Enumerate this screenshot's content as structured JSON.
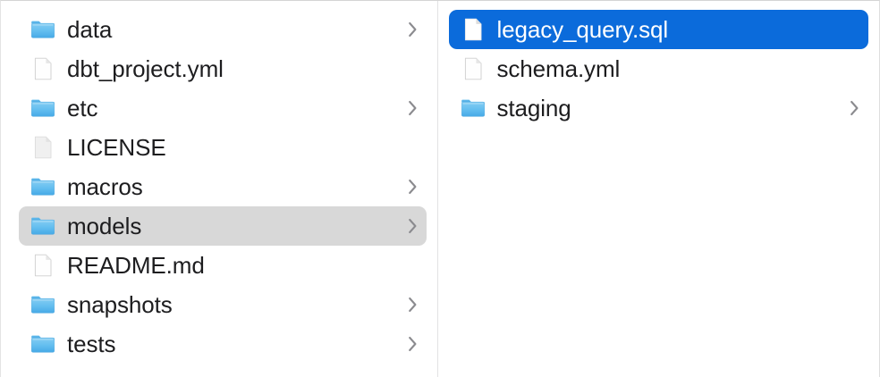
{
  "window": {
    "view_mode": "column-view",
    "accent_color": "#0b6bdb",
    "inactive_selection_color": "#d8d8d8",
    "background_color": "#ffffff",
    "divider_color": "#e2e2e3"
  },
  "columns": [
    {
      "name": "column-1",
      "items": [
        {
          "label": "data",
          "kind": "folder",
          "icon": "folder-icon",
          "has_chevron": true,
          "selected": false,
          "selection_style": "none"
        },
        {
          "label": "dbt_project.yml",
          "kind": "file",
          "icon": "document-icon",
          "has_chevron": false,
          "selected": false,
          "selection_style": "none"
        },
        {
          "label": "etc",
          "kind": "folder",
          "icon": "folder-icon",
          "has_chevron": true,
          "selected": false,
          "selection_style": "none"
        },
        {
          "label": "LICENSE",
          "kind": "file",
          "icon": "plain-document-icon",
          "has_chevron": false,
          "selected": false,
          "selection_style": "none"
        },
        {
          "label": "macros",
          "kind": "folder",
          "icon": "folder-icon",
          "has_chevron": true,
          "selected": false,
          "selection_style": "none"
        },
        {
          "label": "models",
          "kind": "folder",
          "icon": "folder-icon",
          "has_chevron": true,
          "selected": true,
          "selection_style": "inactive"
        },
        {
          "label": "README.md",
          "kind": "file",
          "icon": "document-icon",
          "has_chevron": false,
          "selected": false,
          "selection_style": "none"
        },
        {
          "label": "snapshots",
          "kind": "folder",
          "icon": "folder-icon",
          "has_chevron": true,
          "selected": false,
          "selection_style": "none"
        },
        {
          "label": "tests",
          "kind": "folder",
          "icon": "folder-icon",
          "has_chevron": true,
          "selected": false,
          "selection_style": "none"
        }
      ]
    },
    {
      "name": "column-2",
      "items": [
        {
          "label": "legacy_query.sql",
          "kind": "file",
          "icon": "document-icon",
          "has_chevron": false,
          "selected": true,
          "selection_style": "active"
        },
        {
          "label": "schema.yml",
          "kind": "file",
          "icon": "document-icon",
          "has_chevron": false,
          "selected": false,
          "selection_style": "none"
        },
        {
          "label": "staging",
          "kind": "folder",
          "icon": "folder-icon",
          "has_chevron": true,
          "selected": false,
          "selection_style": "none"
        }
      ]
    }
  ]
}
